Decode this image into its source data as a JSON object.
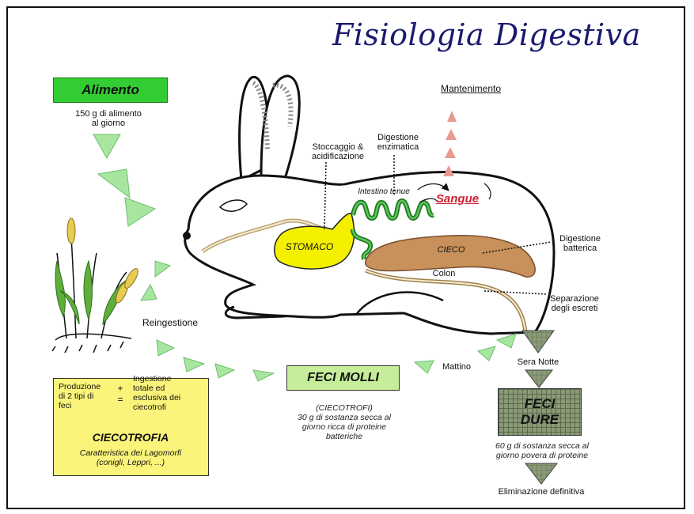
{
  "title": "Fisiologia Digestiva",
  "alimento": {
    "label": "Alimento",
    "note_line1": "150 g di alimento",
    "note_line2": "al giorno"
  },
  "organs": {
    "stomaco": "STOMACO",
    "cieco": "CIECO",
    "colon": "Colon",
    "intestino": "Intestino tenue",
    "sangue": "Sangue"
  },
  "annotations": {
    "stoccaggio_1": "Stoccaggio &",
    "stoccaggio_2": "acidificazione",
    "digestione_enz_1": "Digestione",
    "digestione_enz_2": "enzimatica",
    "mantenimento": "Mantenimento",
    "digestione_batt_1": "Digestione",
    "digestione_batt_2": "batterica",
    "separazione_1": "Separazione",
    "separazione_2": "degli escreti",
    "reingestione": "Reingestione",
    "mattino": "Mattino",
    "sera_notte": "Sera Notte",
    "eliminazione": "Eliminazione definitiva"
  },
  "feci_molli": {
    "label": "FECI MOLLI",
    "line1": "(CIECOTROFI)",
    "line2": "30 g di sostanza secca al",
    "line3": "giorno ricca di proteine",
    "line4": "batteriche"
  },
  "feci_dure": {
    "label_1": "FECI",
    "label_2": "DURE",
    "line1": "60 g di sostanza secca al",
    "line2": "giorno povera di proteine"
  },
  "ciecotrofia": {
    "left_1": "Produzione",
    "left_2": "di 2 tipi di",
    "left_3": "feci",
    "plus": "+",
    "equals": "=",
    "right_1": "Ingestione",
    "right_2": "totale ed",
    "right_3": "esclusiva dei",
    "right_4": "ciecotrofi",
    "heading": "CIECOTROFIA",
    "sub_1": "Caratteristica dei Lagomorfi",
    "sub_2": "(conigli, Leppri, ...)"
  },
  "colors": {
    "title": "#1a1a70",
    "alimento_box": "#33cc33",
    "arrow_green": "#a8e6a0",
    "stomaco": "#f4f000",
    "cieco": "#c8905a",
    "intestino": "#2e9a2e",
    "sangue": "#cc2233",
    "feci_molli_box": "#c6ee9a",
    "feci_dure_box": "#8a9a78",
    "ciecotrofia_box": "#fbf47a",
    "arrow_red": "#e89a90"
  }
}
